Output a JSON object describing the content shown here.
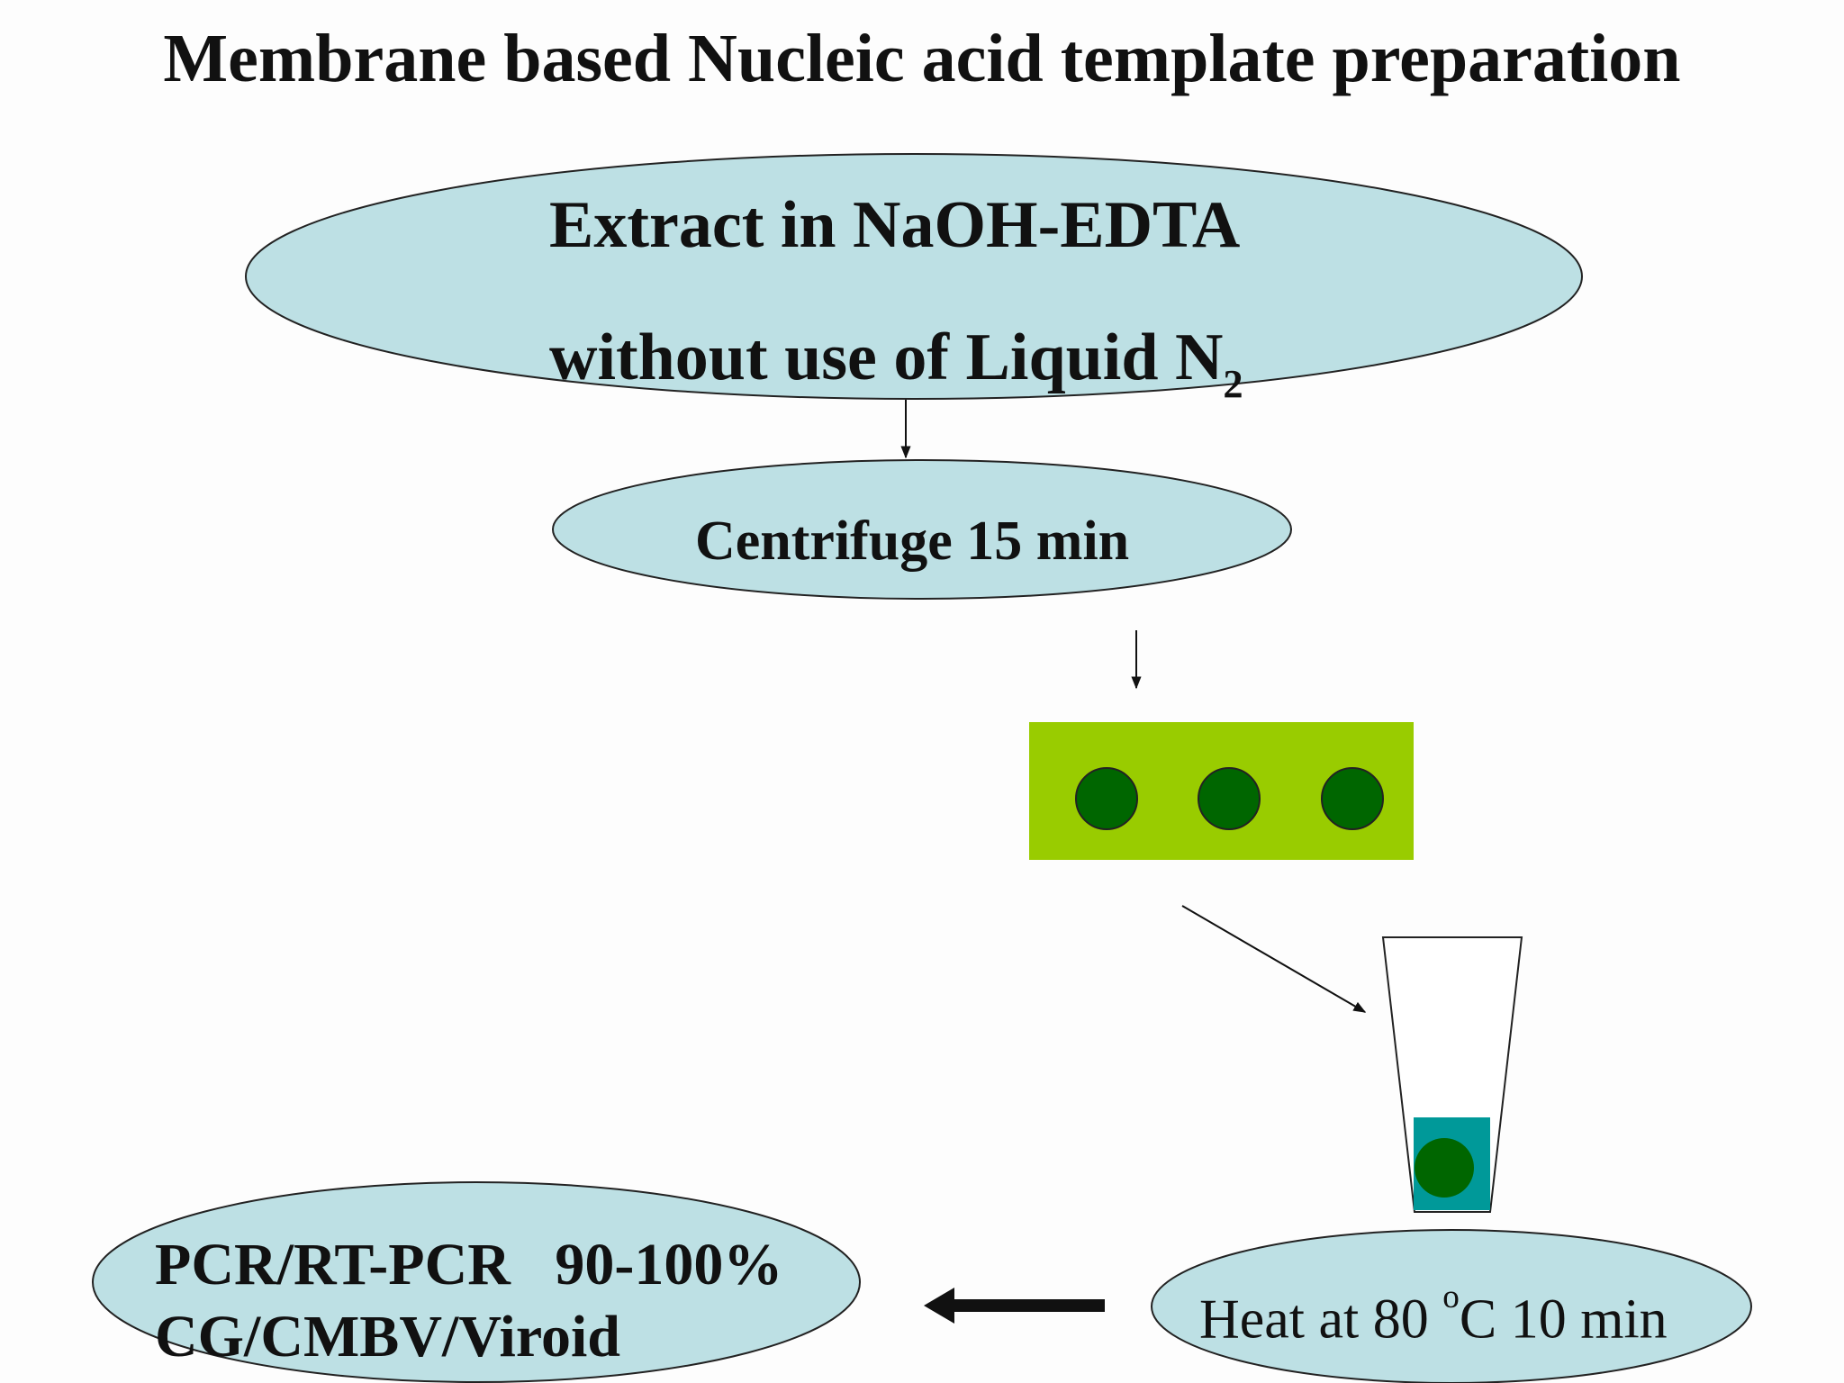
{
  "title": "Membrane based Nucleic acid template preparation",
  "steps": {
    "extract": {
      "line1": "Extract in NaOH-EDTA",
      "line2": "without use of Liquid N",
      "line2_sub": "2"
    },
    "centrifuge": {
      "label": "Centrifuge 15 min"
    },
    "heat": {
      "pre": "Heat at 80 ",
      "sup": "o",
      "post": "C 10 min"
    },
    "pcr": {
      "line1": "PCR/RT-PCR   90-100%",
      "line2": "CG/CMBV/Viroid"
    }
  },
  "colors": {
    "ellipse_fill": "#bde0e4",
    "membrane_strip": "#99cc00",
    "spot": "#006600",
    "tube_sample": "#009999"
  }
}
